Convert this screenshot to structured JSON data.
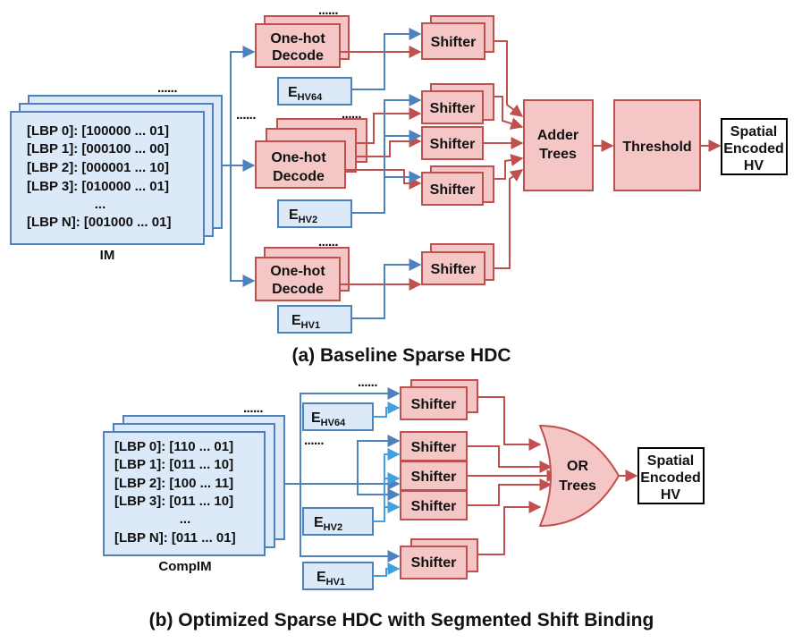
{
  "panel_a": {
    "im_rows": [
      "[LBP 0]: [100000 ... 01]",
      "[LBP 1]: [000100 ... 00]",
      "[LBP 2]: [000001 ... 10]",
      "[LBP 3]: [010000 ... 01]",
      "...",
      "[LBP N]: [001000 ... 01]"
    ],
    "im_label": "IM",
    "decode_label_1": "One-hot",
    "decode_label_2": "Decode",
    "shifter_label": "Shifter",
    "hv_sub": [
      "HV64",
      "HV2",
      "HV1"
    ],
    "hv_prefix": "E",
    "adder_1": "Adder",
    "adder_2": "Trees",
    "threshold": "Threshold",
    "output_1": "Spatial",
    "output_2": "Encoded",
    "output_3": "HV",
    "ellipsis": "......",
    "caption": "(a) Baseline Sparse HDC"
  },
  "panel_b": {
    "im_rows": [
      "[LBP 0]: [110 ... 01]",
      "[LBP 1]: [011 ... 10]",
      "[LBP 2]: [100 ... 11]",
      "[LBP 3]: [011 ... 10]",
      "...",
      "[LBP N]: [011 ... 01]"
    ],
    "im_label": "CompIM",
    "shifter_label": "Shifter",
    "hv_sub": [
      "HV64",
      "HV2",
      "HV1"
    ],
    "hv_prefix": "E",
    "or_1": "OR",
    "or_2": "Trees",
    "output_1": "Spatial",
    "output_2": "Encoded",
    "output_3": "HV",
    "ellipsis": "......",
    "caption": "(b) Optimized Sparse HDC with Segmented Shift Binding"
  },
  "colors": {
    "red": "#c0504d",
    "pink": "#f5c6c6",
    "blue": "#4f81bd",
    "light_blue": "#dce9f8",
    "cyan": "#41a0e0"
  }
}
